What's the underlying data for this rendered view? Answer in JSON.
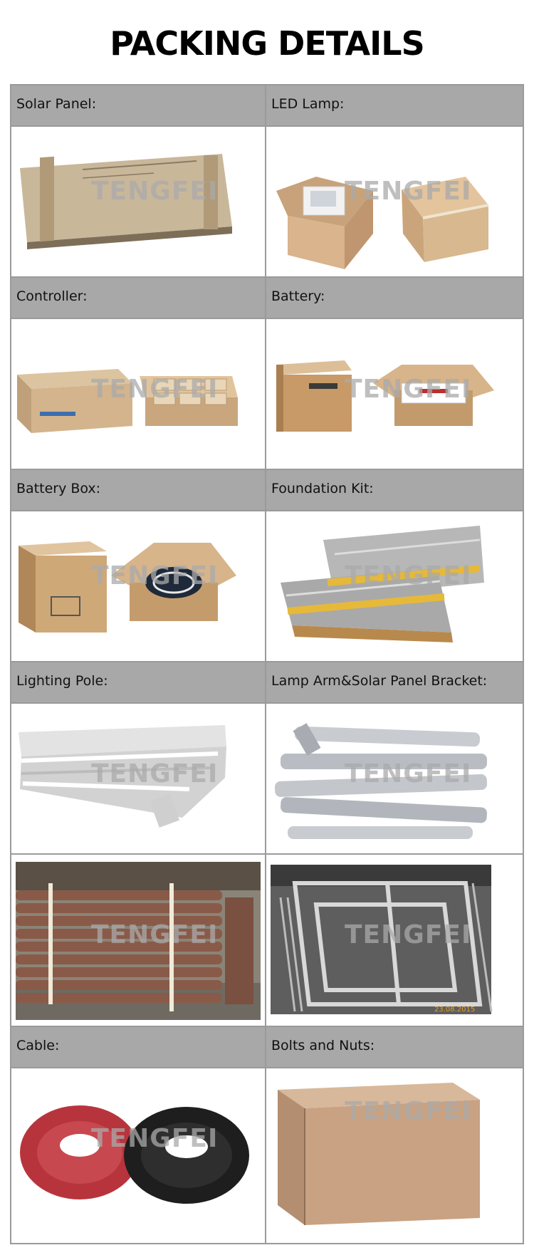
{
  "page": {
    "title": "PACKING DETAILS"
  },
  "watermark": "TENGFEI",
  "colors": {
    "header_bg": "#a8a8a8",
    "grid_line": "#9a9a9a",
    "carton": "#d2b48c",
    "cell_bg": "#ffffff"
  },
  "sections": [
    {
      "label": "Solar Panel:",
      "image": "solar-panel-carton"
    },
    {
      "label": "LED Lamp:",
      "image": "led-lamp-cartons"
    },
    {
      "label": "Controller:",
      "image": "controller-cartons"
    },
    {
      "label": "Battery:",
      "image": "battery-cartons"
    },
    {
      "label": "Battery Box:",
      "image": "battery-box-cartons"
    },
    {
      "label": "Foundation Kit:",
      "image": "foundation-kit-bundles"
    },
    {
      "label": "Lighting Pole:",
      "image": "wrapped-poles"
    },
    {
      "label": "Lamp Arm&Solar Panel Bracket:",
      "image": "wrapped-arms"
    },
    {
      "label": "",
      "image": "pole-stack-warehouse"
    },
    {
      "label": "",
      "image": "bracket-frames-stack"
    },
    {
      "label": "Cable:",
      "image": "cable-coils"
    },
    {
      "label": "Bolts and Nuts:",
      "image": "wooden-crate"
    }
  ]
}
